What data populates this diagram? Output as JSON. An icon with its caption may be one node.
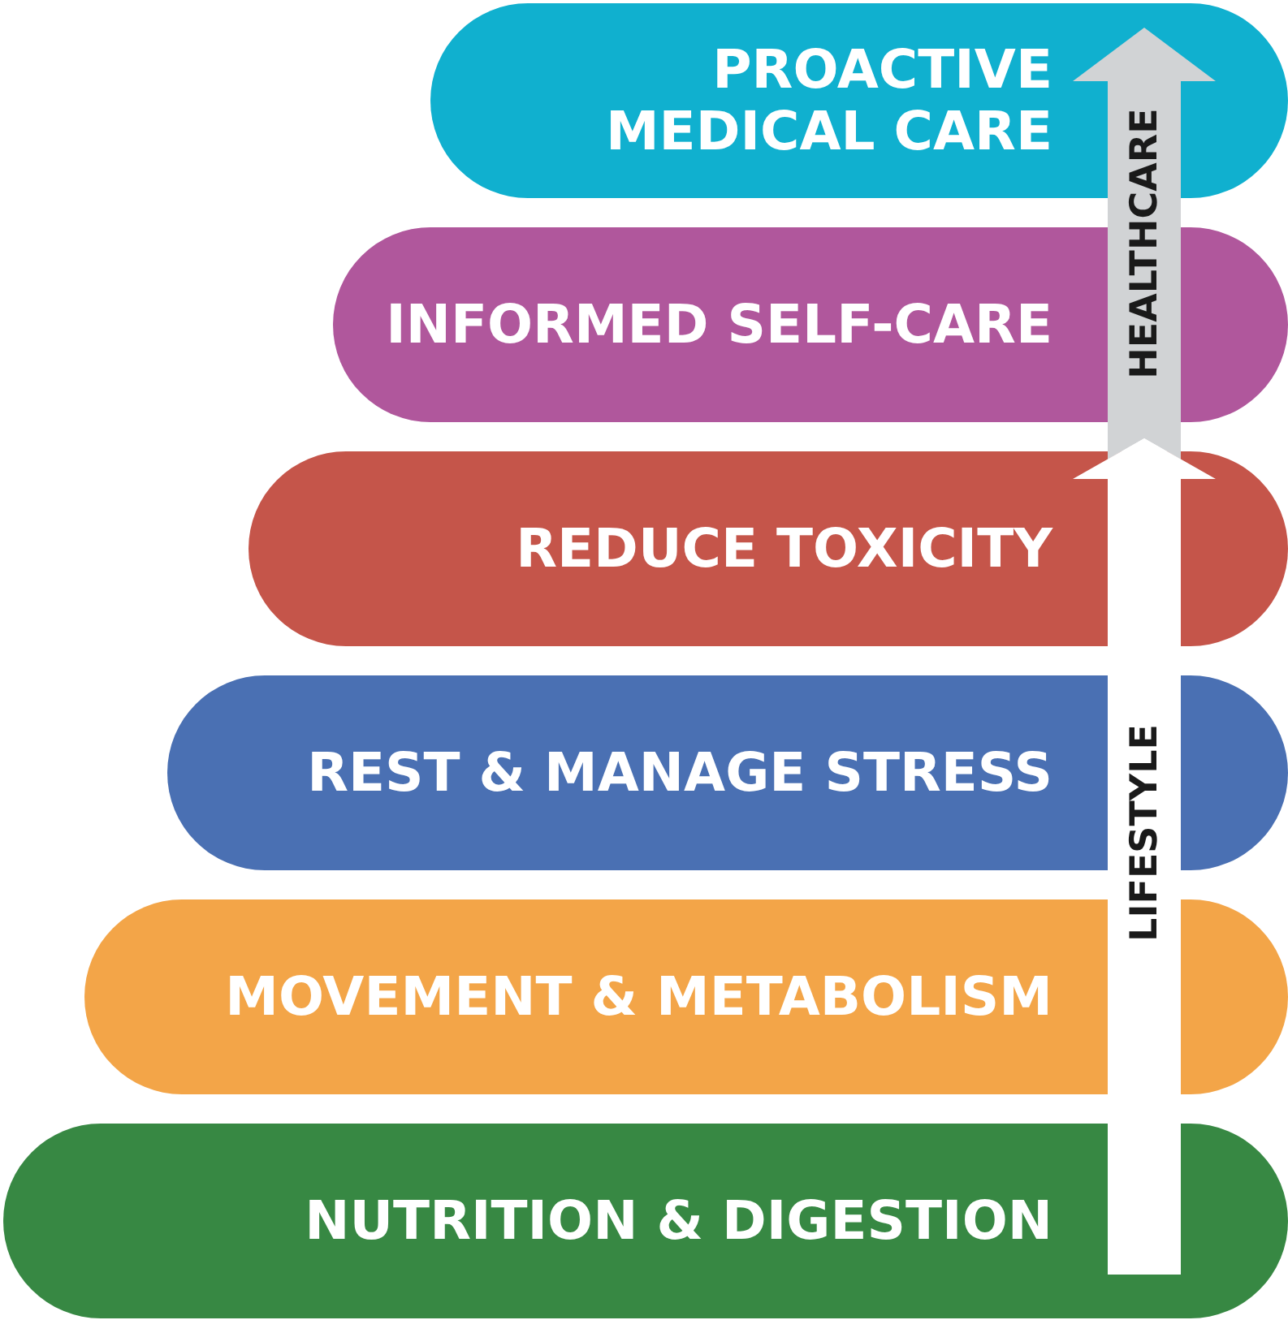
{
  "diagram": {
    "nodes": [
      {
        "text": [
          "PROACTIVE MEDICAL CARE"
        ]
      },
      {
        "text": [
          "INFORMED SELF-CARE"
        ]
      },
      {
        "text": [
          "REDUCE TOXICITY"
        ]
      },
      {
        "text": [
          "REST & MANAGE STRESS"
        ]
      },
      {
        "text": [
          "MOVEMENT & METABOLISM"
        ]
      },
      {
        "text": [
          "NUTRITION & DIGESTION"
        ]
      }
    ],
    "edges": [
      {
        "from": 1,
        "to": 0,
        "arrow": "to",
        "label": "HEALTHCARE",
        "style": "thick",
        "color": "#d1d3d5"
      },
      {
        "from": 5,
        "to": 2,
        "arrow": "to",
        "label": "LIFESTYLE",
        "style": "thick",
        "color": "#ffffff"
      }
    ]
  }
}
